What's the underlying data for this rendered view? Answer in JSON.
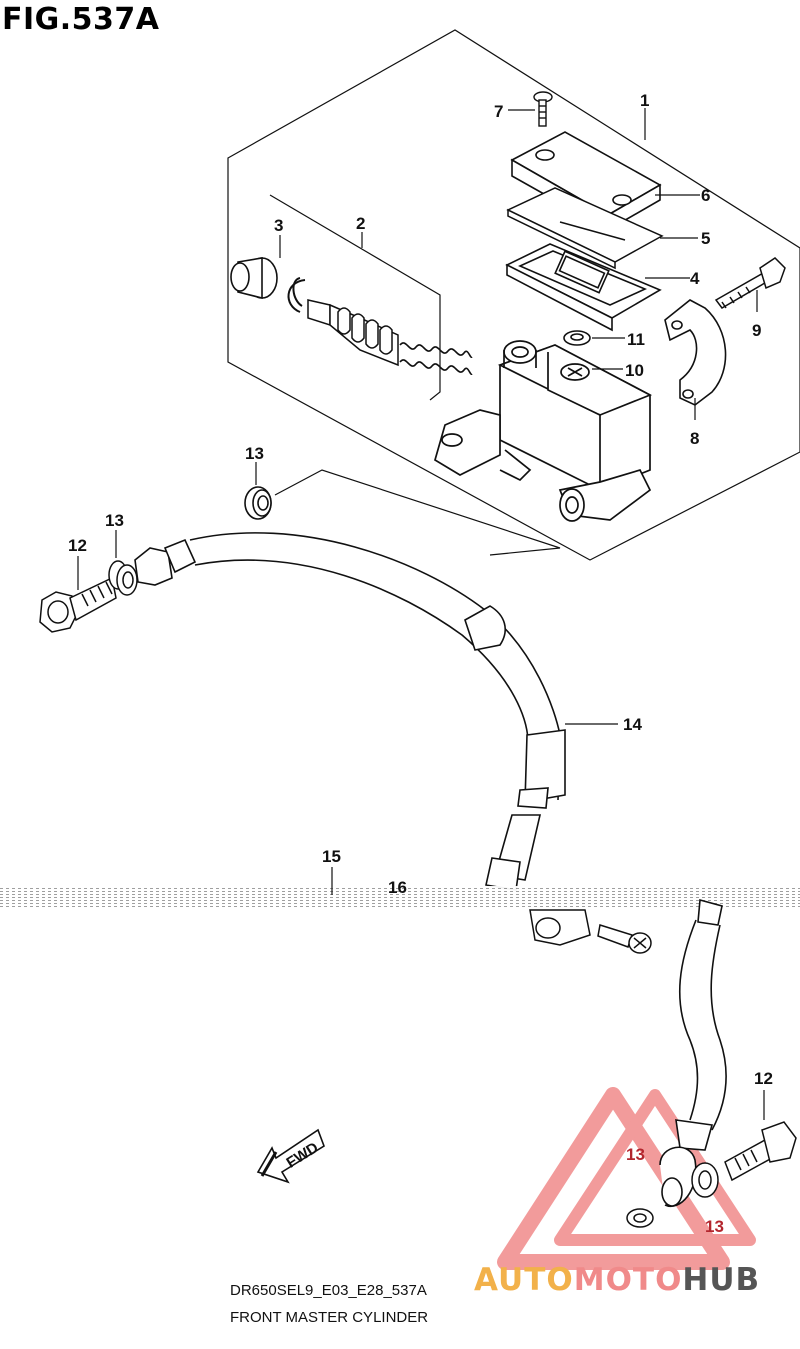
{
  "figure": {
    "title": "FIG.537A",
    "model_code": "DR650SEL9_E03_E28_537A",
    "name": "FRONT MASTER CYLINDER"
  },
  "callouts": {
    "c1": "1",
    "c2": "2",
    "c3": "3",
    "c4": "4",
    "c5": "5",
    "c6": "6",
    "c7": "7",
    "c8": "8",
    "c9": "9",
    "c10": "10",
    "c11": "11",
    "c12a": "12",
    "c12b": "12",
    "c13a": "13",
    "c13b": "13",
    "c13c": "13",
    "c13d": "13",
    "c14": "14",
    "c15": "15",
    "c16": "16"
  },
  "fwd_label": "FWD",
  "watermark": {
    "part1": "AUTO",
    "part2": "MOTO",
    "part3": "HUB",
    "colors": {
      "triangle": "#f08a8a",
      "auto": "#f2b14a",
      "hub": "#555555"
    }
  }
}
